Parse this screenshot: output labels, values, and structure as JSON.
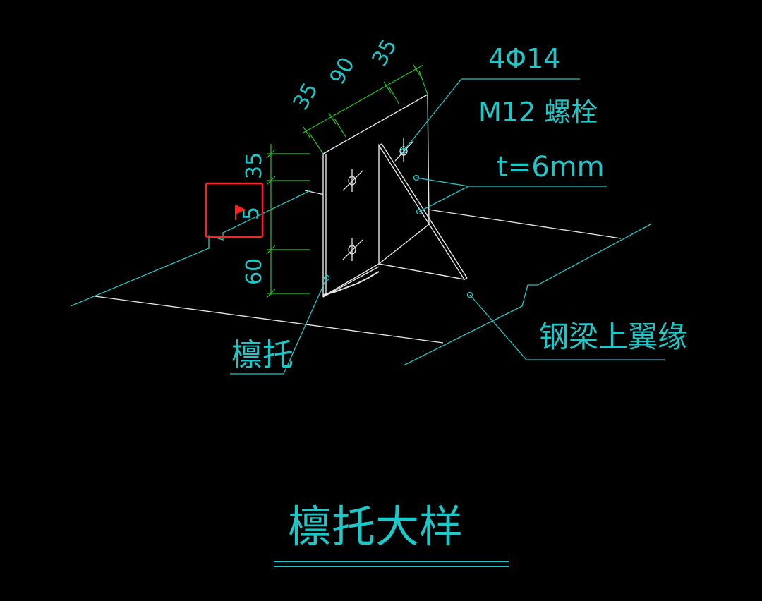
{
  "labels": {
    "bolt_count": "4Φ14",
    "bolt_spec": "M12 螺栓",
    "plate_thickness": "t=6mm",
    "purlin_bracket": "檩托",
    "steel_beam_flange": "钢梁上翼缘",
    "title": "檩托大样"
  },
  "dimensions": {
    "top": [
      "35",
      "90",
      "35"
    ],
    "left": [
      "35",
      "5",
      "60"
    ]
  },
  "colors": {
    "background": "#000000",
    "text": "#1fc8c8",
    "leader": "#1fc8c8",
    "dimension": "#22c822",
    "geometry": "#e6e6e6",
    "marker": "#ff2020"
  }
}
